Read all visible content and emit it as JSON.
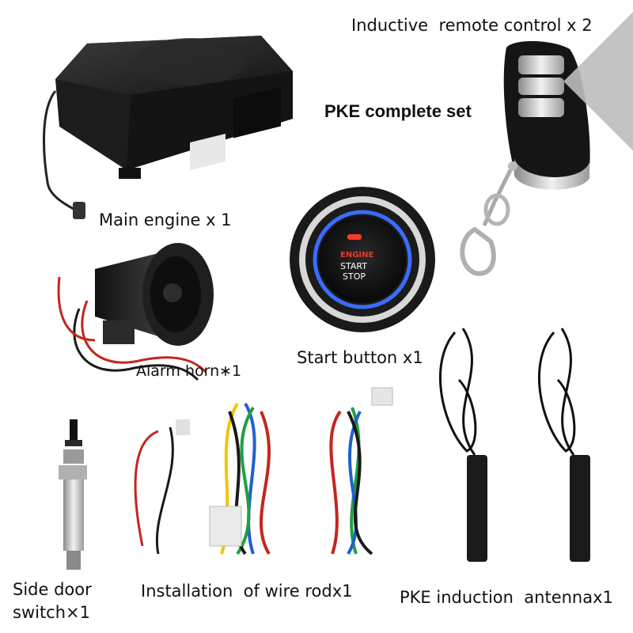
{
  "labels": {
    "remote": "Inductive  remote control x 2",
    "pke_set": "PKE complete set",
    "main_engine": "Main engine x 1",
    "start_button": "Start button x1",
    "alarm_horn": "Alarm horn∗1",
    "side_door_1": "Side door",
    "side_door_2": "switch×1",
    "installation": "Installation  of wire rodx1",
    "pke_antenna": "PKE induction  antennax1"
  },
  "button_face": {
    "line1": "ENGINE",
    "line2": "START",
    "line3": "STOP"
  },
  "colors": {
    "module_body": "#1f1f1f",
    "button_ring": "#3b6cff",
    "engine_text": "#e23b2e",
    "chrome": "#c9c9c9"
  }
}
